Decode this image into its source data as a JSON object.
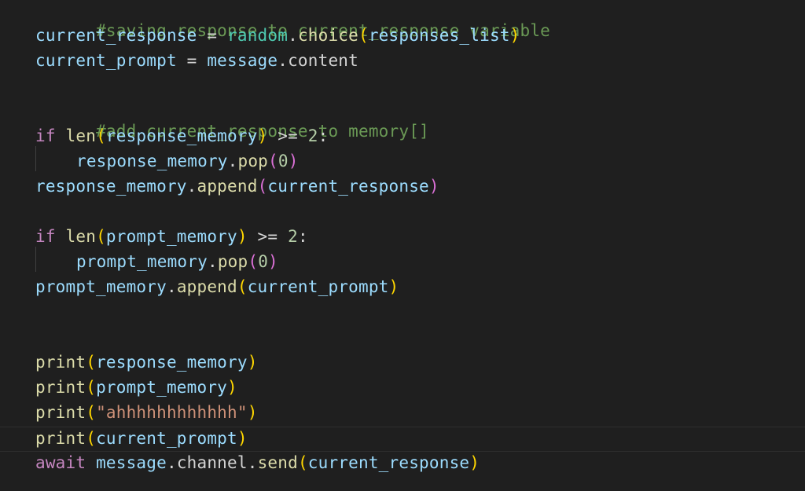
{
  "theme": {
    "background": "#1f1f1f",
    "comment": "#6a9955",
    "variable": "#9cdcfe",
    "function": "#dcdcaa",
    "module": "#4ec9b0",
    "keyword": "#c586c0",
    "operator": "#d4d4d4",
    "number": "#b5cea8",
    "string": "#ce9178",
    "bracket": "#ffd700"
  },
  "editor": {
    "lines": [
      {
        "comment": "#saving response to current_response variable"
      },
      {
        "var": "current_response",
        "op": " = ",
        "module": "random",
        "dot": ".",
        "func": "choice",
        "open": "(",
        "arg": "responses_list",
        "close": ")"
      },
      {
        "var": "current_prompt",
        "op": " = ",
        "obj": "message",
        "dot": ".",
        "attr": "content"
      },
      {},
      {
        "comment": "#add current_response to memory[]"
      },
      {
        "kw": "if",
        "sp": " ",
        "func": "len",
        "open": "(",
        "arg": "response_memory",
        "close": ")",
        "op": " >= ",
        "num": "2",
        "colon": ":"
      },
      {
        "obj": "response_memory",
        "dot": ".",
        "func": "pop",
        "open": "(",
        "num": "0",
        "close": ")"
      },
      {
        "obj": "response_memory",
        "dot": ".",
        "func": "append",
        "open": "(",
        "arg": "current_response",
        "close": ")"
      },
      {},
      {
        "kw": "if",
        "sp": " ",
        "func": "len",
        "open": "(",
        "arg": "prompt_memory",
        "close": ")",
        "op": " >= ",
        "num": "2",
        "colon": ":"
      },
      {
        "obj": "prompt_memory",
        "dot": ".",
        "func": "pop",
        "open": "(",
        "num": "0",
        "close": ")"
      },
      {
        "obj": "prompt_memory",
        "dot": ".",
        "func": "append",
        "open": "(",
        "arg": "current_prompt",
        "close": ")"
      },
      {},
      {},
      {
        "func": "print",
        "open": "(",
        "arg": "response_memory",
        "close": ")"
      },
      {
        "func": "print",
        "open": "(",
        "arg": "prompt_memory",
        "close": ")"
      },
      {
        "func": "print",
        "open": "(",
        "str": "\"ahhhhhhhhhhhh\"",
        "close": ")"
      },
      {
        "func": "print",
        "open": "(",
        "arg": "current_prompt",
        "close": ")"
      },
      {
        "kw": "await",
        "sp": " ",
        "obj": "message",
        "dot": ".",
        "attr": "channel",
        "dot2": ".",
        "func": "send",
        "open": "(",
        "arg": "current_response",
        "close": ")"
      }
    ]
  }
}
